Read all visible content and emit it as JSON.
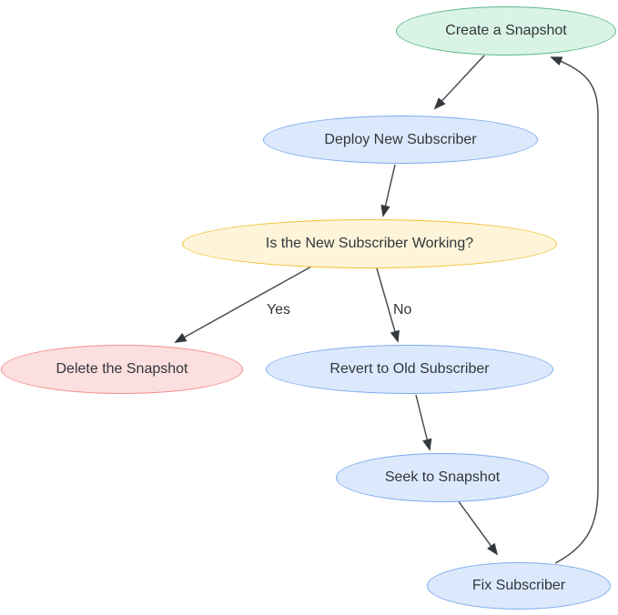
{
  "diagram": {
    "nodes": [
      {
        "id": "create-snapshot",
        "label": "Create a Snapshot",
        "color": "green"
      },
      {
        "id": "deploy-new-subscriber",
        "label": "Deploy New Subscriber",
        "color": "blue"
      },
      {
        "id": "is-new-subscriber-working",
        "label": "Is the New Subscriber Working?",
        "color": "yellow"
      },
      {
        "id": "delete-the-snapshot",
        "label": "Delete the Snapshot",
        "color": "red"
      },
      {
        "id": "revert-to-old-subscriber",
        "label": "Revert to Old Subscriber",
        "color": "blue"
      },
      {
        "id": "seek-to-snapshot",
        "label": "Seek to Snapshot",
        "color": "blue"
      },
      {
        "id": "fix-subscriber",
        "label": "Fix Subscriber",
        "color": "blue"
      }
    ],
    "edges": [
      {
        "from": "create-snapshot",
        "to": "deploy-new-subscriber",
        "label": ""
      },
      {
        "from": "deploy-new-subscriber",
        "to": "is-new-subscriber-working",
        "label": ""
      },
      {
        "from": "is-new-subscriber-working",
        "to": "delete-the-snapshot",
        "label": "Yes"
      },
      {
        "from": "is-new-subscriber-working",
        "to": "revert-to-old-subscriber",
        "label": "No"
      },
      {
        "from": "revert-to-old-subscriber",
        "to": "seek-to-snapshot",
        "label": ""
      },
      {
        "from": "seek-to-snapshot",
        "to": "fix-subscriber",
        "label": ""
      },
      {
        "from": "fix-subscriber",
        "to": "create-snapshot",
        "label": ""
      }
    ],
    "palette": {
      "green": {
        "fill": "#d9f3e5",
        "stroke": "#5cb98b"
      },
      "blue": {
        "fill": "#dce9fc",
        "stroke": "#7fabee"
      },
      "yellow": {
        "fill": "#fdf4d9",
        "stroke": "#f1c232"
      },
      "red": {
        "fill": "#fcdfdf",
        "stroke": "#f2908c"
      },
      "edge_line": "#4a4d52",
      "arrowhead": "#34383e",
      "text": "#32363b"
    }
  }
}
